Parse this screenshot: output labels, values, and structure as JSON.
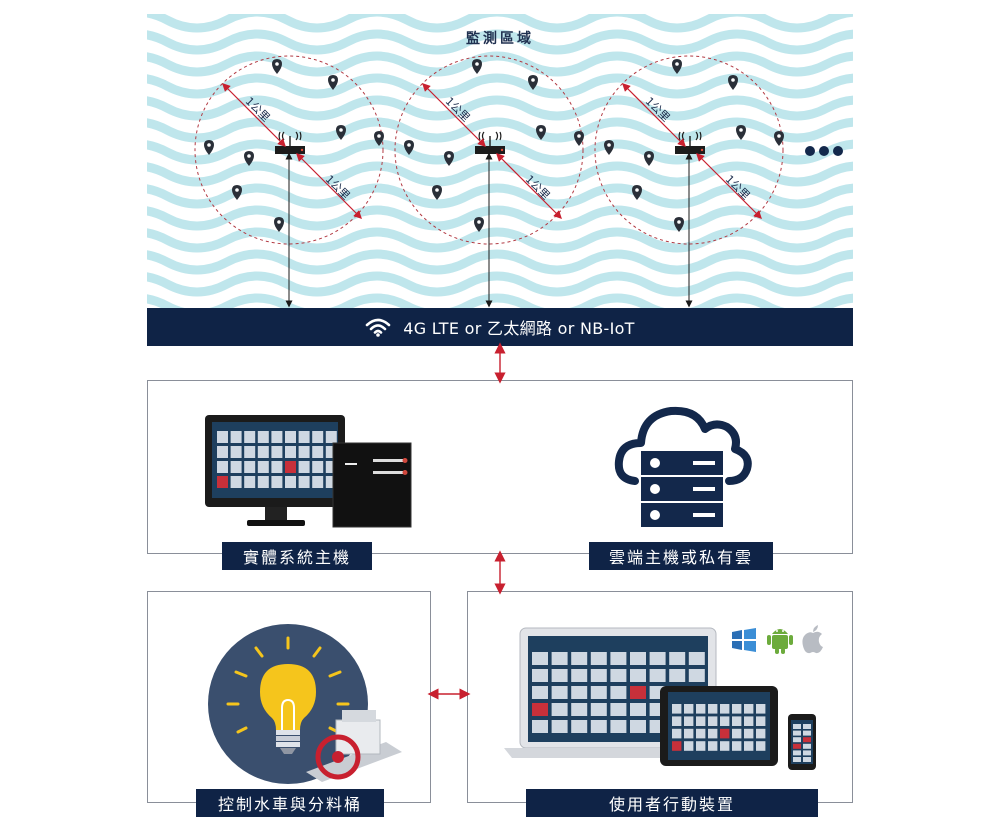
{
  "zone": {
    "title": "監測區域",
    "radius_label": "1公里"
  },
  "network": {
    "label": "4G LTE or 乙太網路 or NB-IoT",
    "icon": "wifi-icon"
  },
  "host": {
    "physical_label": "實體系統主機",
    "cloud_label": "雲端主機或私有雲"
  },
  "control": {
    "label": "控制水車與分料桶"
  },
  "mobile": {
    "label": "使用者行動裝置",
    "platforms": [
      "windows-icon",
      "android-icon",
      "apple-icon"
    ]
  },
  "colors": {
    "navy": "#0f2346",
    "wave": "#bfe6ec",
    "arrow_red": "#c8202f",
    "bulb_yellow": "#f5c51c",
    "bulb_bg": "#3a4f6e"
  }
}
